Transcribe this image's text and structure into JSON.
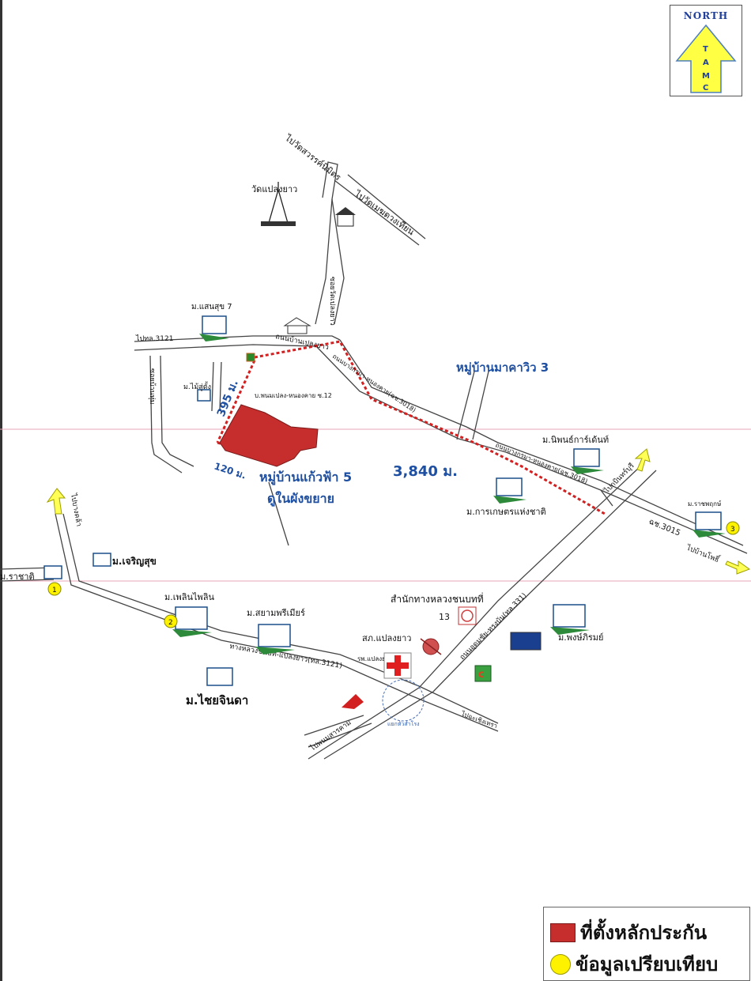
{
  "compass": {
    "label": "NORTH",
    "letters": [
      "T",
      "A",
      "M",
      "C"
    ]
  },
  "colors": {
    "site": "#c62e2e",
    "route": "#d42020",
    "road": "#444444",
    "comparable": "#fff200",
    "label_blue": "#1f4fa0",
    "gridline": "#e7a5b8",
    "arrow": "#ffff55"
  },
  "roads": {
    "north_left": "ไปวัดสวรรค์นิมิตร",
    "north_right": "ไปวัดเมฆดวงเทียน",
    "west_top": "ไปทล.3121",
    "vertical_left": "ซอยบ้านทุ่ม",
    "to_nowhere": "ถนนบ้านเปลงยาว",
    "main_diag": "ถนนบางกรมา-หนองคาย(ฉช.3018)",
    "east_road": "ถนนบางกรมา-หนองคาย(ฉช.3018)",
    "vertical_right": "ซอยวัดเปลงยาว",
    "soi12": "บ.พนมเปลง-หนองคาย ซ.12",
    "road_3015": "ฉช.3015",
    "to_ban_pho": "ไปบ้านโพธิ์",
    "to_kabin": "ไปกบินทร์บุรี",
    "sw_road": "ทางหลวงชนบท-แปลงยาว(ทล.3121)",
    "to_bang_khla": "ไปบางคล้า",
    "to_phanom": "ไปพนมสารคาม",
    "to_chachoeng": "ไปฉะเชิงเทรา",
    "se_road": "ถนนอุดมชัย-ทรงบัน(ทล.331)",
    "to_southeast": "ไปพนมสารคาม",
    "small_junction": "แยกหัวสำโรง"
  },
  "landmarks": {
    "temple": "วัดแปลงยาว",
    "village_top_left": "ม.แสนสุข 7",
    "village_mini": "ม.ไม้สู่ตั้ง",
    "village_maka": "หมู่บ้านมาคาวิว 3",
    "village_pho": "ม.นิพนธ์การ์เด้นท์",
    "village_kasetsart": "ม.การเกษตรแห่งชาติ",
    "village_right": "ม.ราชพฤกษ์",
    "village_charoen": "ม.เจริญสุข",
    "village_rachathi": "ม.ราชาติ",
    "village_phet": "ม.เพลินไพลิน",
    "village_sayam": "ม.สยามพรีเมียร์",
    "village_chai": "ม.ไชยจินดา",
    "village_pong": "ม.พงษ์ภิรมย์",
    "office": "สำนักทางหลวงชนบทที่",
    "office_num": "13",
    "police": "สภ.แปลงยาว",
    "hospital": "รพ.แปลงยาว"
  },
  "site": {
    "name_line1": "หมู่บ้านแก้วฟ้า 5",
    "name_line2": "ดูในผังขยาย"
  },
  "distances": {
    "d1": "395 ม.",
    "d2": "3,840 ม.",
    "d3": "120 ม."
  },
  "comparables": [
    "1",
    "2",
    "3"
  ],
  "legend": {
    "site": "ที่ตั้งหลักประกัน",
    "comparable": "ข้อมูลเปรียบเทียบ"
  }
}
